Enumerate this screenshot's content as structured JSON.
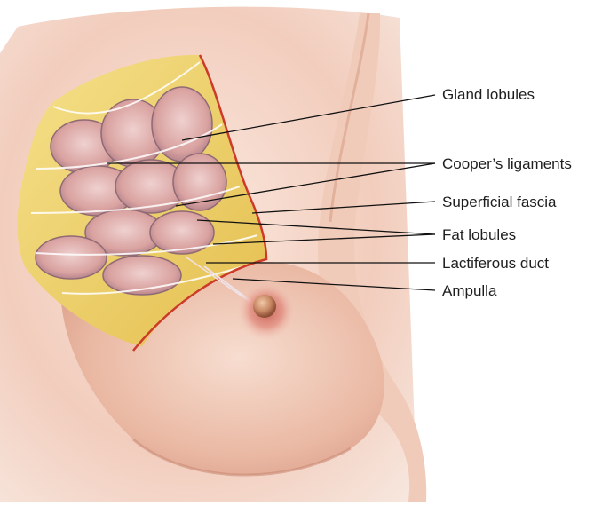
{
  "labels": {
    "gland_lobules": "Gland lobules",
    "coopers_ligaments": "Cooper’s ligaments",
    "superficial_fascia": "Superficial fascia",
    "fat_lobules": "Fat lobules",
    "lactiferous_duct": "Lactiferous duct",
    "ampulla": "Ampulla"
  },
  "colors": {
    "skin_light": "#f8e1d5",
    "skin_mid": "#eab9a4",
    "skin_shadow": "#d99a84",
    "fat_yellow": "#f0d46a",
    "lobule_pink": "#d9a2a0",
    "fascia_red": "#cc3b2a",
    "areola": "#c9625a",
    "leader_line": "#111111"
  }
}
